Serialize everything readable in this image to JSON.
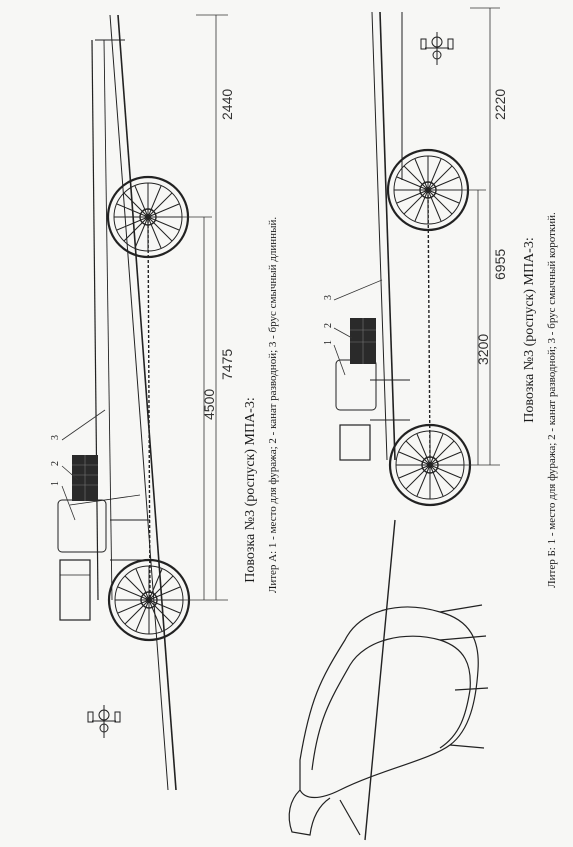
{
  "figure_a": {
    "title": "Повозка №3 (роспуск) МПА-3:",
    "legend": "Литер А: 1 - место для фуража; 2 - канат разводной; 3 - брус смычный длинный.",
    "dimensions": {
      "d1": "2440",
      "d2": "7475",
      "d3": "4500"
    },
    "callouts": {
      "c1": "1",
      "c2": "2",
      "c3": "3"
    }
  },
  "figure_b": {
    "title": "Повозка №3 (роспуск) МПА-3:",
    "legend": "Литер Б: 1 - место для фуража; 2 - канат разводной; 3 - брус смычный короткий.",
    "dimensions": {
      "d1": "2220",
      "d2": "6955",
      "d3": "3200"
    },
    "callouts": {
      "c1": "1",
      "c2": "2",
      "c3": "3"
    }
  }
}
